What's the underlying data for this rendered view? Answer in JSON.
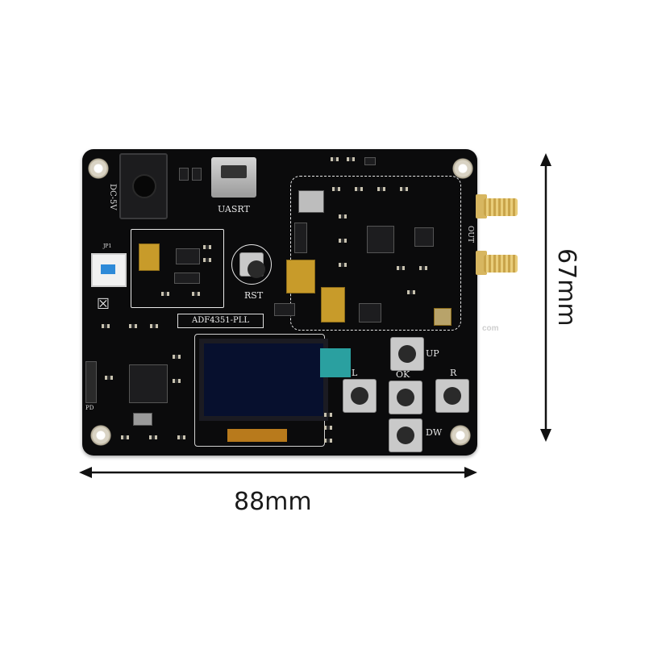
{
  "dimensions": {
    "width_label": "88mm",
    "height_label": "67mm"
  },
  "board": {
    "name_label": "ADF4351-PLL",
    "usb_label": "UASRT",
    "power_label": "DC-5V",
    "reset_label": "RST",
    "out_label": "OUT",
    "buttons": {
      "up": "UP",
      "left": "L",
      "ok": "OK",
      "right": "R",
      "down": "DW"
    },
    "header_label": "PD",
    "switch_label": "JP1"
  },
  "watermark": "com",
  "icons": [
    "recycle-bin-icon",
    "arrow-left-icon",
    "arrow-right-icon",
    "arrow-up-icon",
    "arrow-down-icon"
  ],
  "colors": {
    "pcb": "#0b0b0c",
    "silkscreen": "#e6e6e6",
    "gold": "#d7b660",
    "oled": "#07102e",
    "switch_blue": "#2e8ad8"
  }
}
